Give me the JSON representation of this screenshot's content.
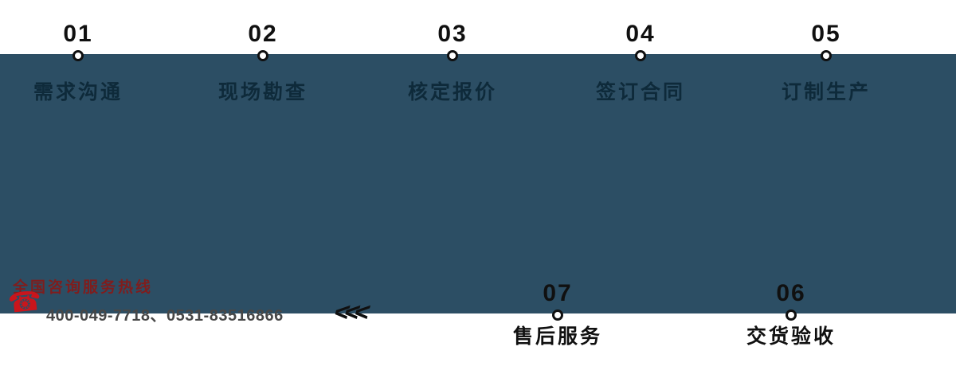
{
  "colors": {
    "band_background": "#2c4e64",
    "step_number": "#101010",
    "label_on_band": "#0e2a3a",
    "label_on_white": "#101010",
    "hotline_text": "#7f1d1d",
    "phone_icon_red": "#c9151c",
    "phone_numbers_text": "#474747"
  },
  "process": {
    "top_steps": [
      {
        "number": "01",
        "label": "需求沟通"
      },
      {
        "number": "02",
        "label": "现场勘查"
      },
      {
        "number": "03",
        "label": "核定报价"
      },
      {
        "number": "04",
        "label": "签订合同"
      },
      {
        "number": "05",
        "label": "订制生产"
      }
    ],
    "bottom_steps": [
      {
        "number": "07",
        "label": "售后服务"
      },
      {
        "number": "06",
        "label": "交货验收"
      }
    ],
    "flow_arrows": "<<<"
  },
  "contact": {
    "hotline_label": "全国咨询服务热线",
    "phone_icon_glyph": "☎",
    "phone_numbers": "400-049-7718、0531-83516866"
  }
}
